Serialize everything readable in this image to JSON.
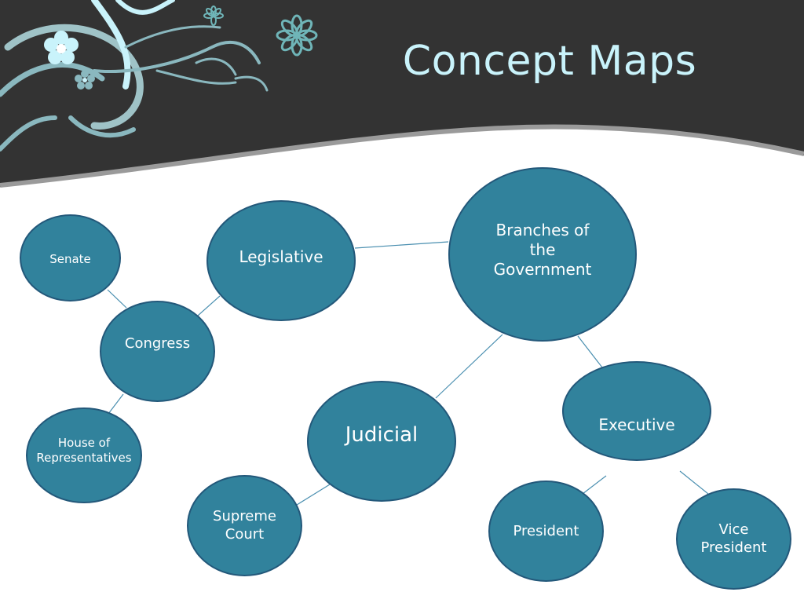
{
  "slide": {
    "title": "Concept Maps"
  },
  "colors": {
    "header_background": "#333333",
    "title_text": "#c9f3fb",
    "node_fill": "#31829c",
    "node_border": "#23587a",
    "connector": "#4a8fb0",
    "ornament_light": "#c9f3fb",
    "ornament_mid": "#8ab8bf"
  },
  "concept_map": {
    "nodes": [
      {
        "id": "branches",
        "label": "Branches of\nthe\nGovernment"
      },
      {
        "id": "legislative",
        "label": "Legislative"
      },
      {
        "id": "senate",
        "label": "Senate"
      },
      {
        "id": "congress",
        "label": "Congress"
      },
      {
        "id": "house",
        "label": "House of\nRepresentatives"
      },
      {
        "id": "judicial",
        "label": "Judicial"
      },
      {
        "id": "supreme_court",
        "label": "Supreme\nCourt"
      },
      {
        "id": "executive",
        "label": "Executive"
      },
      {
        "id": "president",
        "label": "President"
      },
      {
        "id": "vice_president",
        "label": "Vice\nPresident"
      }
    ],
    "edges": [
      {
        "from": "branches",
        "to": "legislative"
      },
      {
        "from": "branches",
        "to": "judicial"
      },
      {
        "from": "branches",
        "to": "executive"
      },
      {
        "from": "legislative",
        "to": "congress"
      },
      {
        "from": "congress",
        "to": "senate"
      },
      {
        "from": "congress",
        "to": "house"
      },
      {
        "from": "judicial",
        "to": "supreme_court"
      },
      {
        "from": "executive",
        "to": "president"
      },
      {
        "from": "executive",
        "to": "vice_president"
      }
    ]
  }
}
